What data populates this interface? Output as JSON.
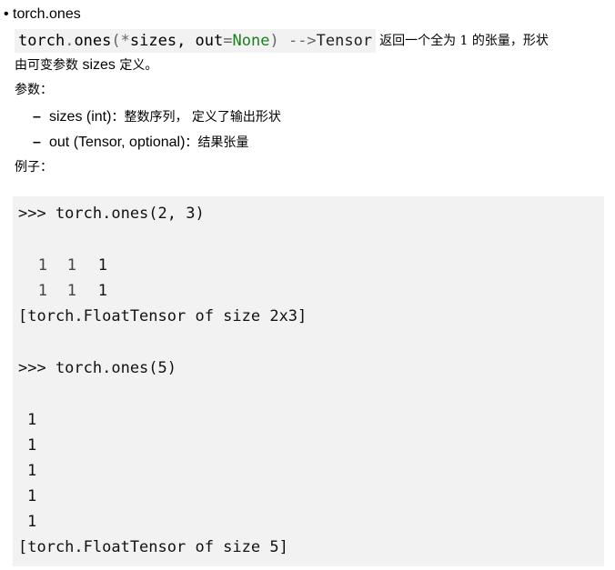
{
  "heading": {
    "bullet": "•",
    "title": "torch.ones"
  },
  "signature": {
    "func": "torch",
    "dot": ".",
    "name": "ones",
    "open": "(",
    "star": "*",
    "arg1": "sizes, ",
    "arg2": "out",
    "eq": "=",
    "default": "None",
    "close": ")",
    "arrow": " -->",
    "ret": "Tensor"
  },
  "description": {
    "tail_cn": "返回一个全为 1 的张量，形状",
    "line2_cn_a": "由可变参数 ",
    "line2_word": "sizes",
    "line2_cn_b": " 定义。"
  },
  "params": {
    "heading": "参数：",
    "items": [
      {
        "dash": "–",
        "name": "sizes (int)",
        "desc": "：整数序列， 定义了输出形状"
      },
      {
        "dash": "–",
        "name": "out (Tensor, optional)",
        "desc": "：结果张量"
      }
    ]
  },
  "example": {
    "heading": "例子：",
    "prompt1": ">>> torch.ones(2, 3)",
    "matrix_rows": [
      [
        "1",
        "1",
        "1"
      ],
      [
        "1",
        "1",
        "1"
      ]
    ],
    "type1": "[torch.FloatTensor of size 2x3]",
    "prompt2": ">>> torch.ones(5)",
    "vector": [
      "1",
      "1",
      "1",
      "1",
      "1"
    ],
    "type2": "[torch.FloatTensor of size 5]"
  }
}
